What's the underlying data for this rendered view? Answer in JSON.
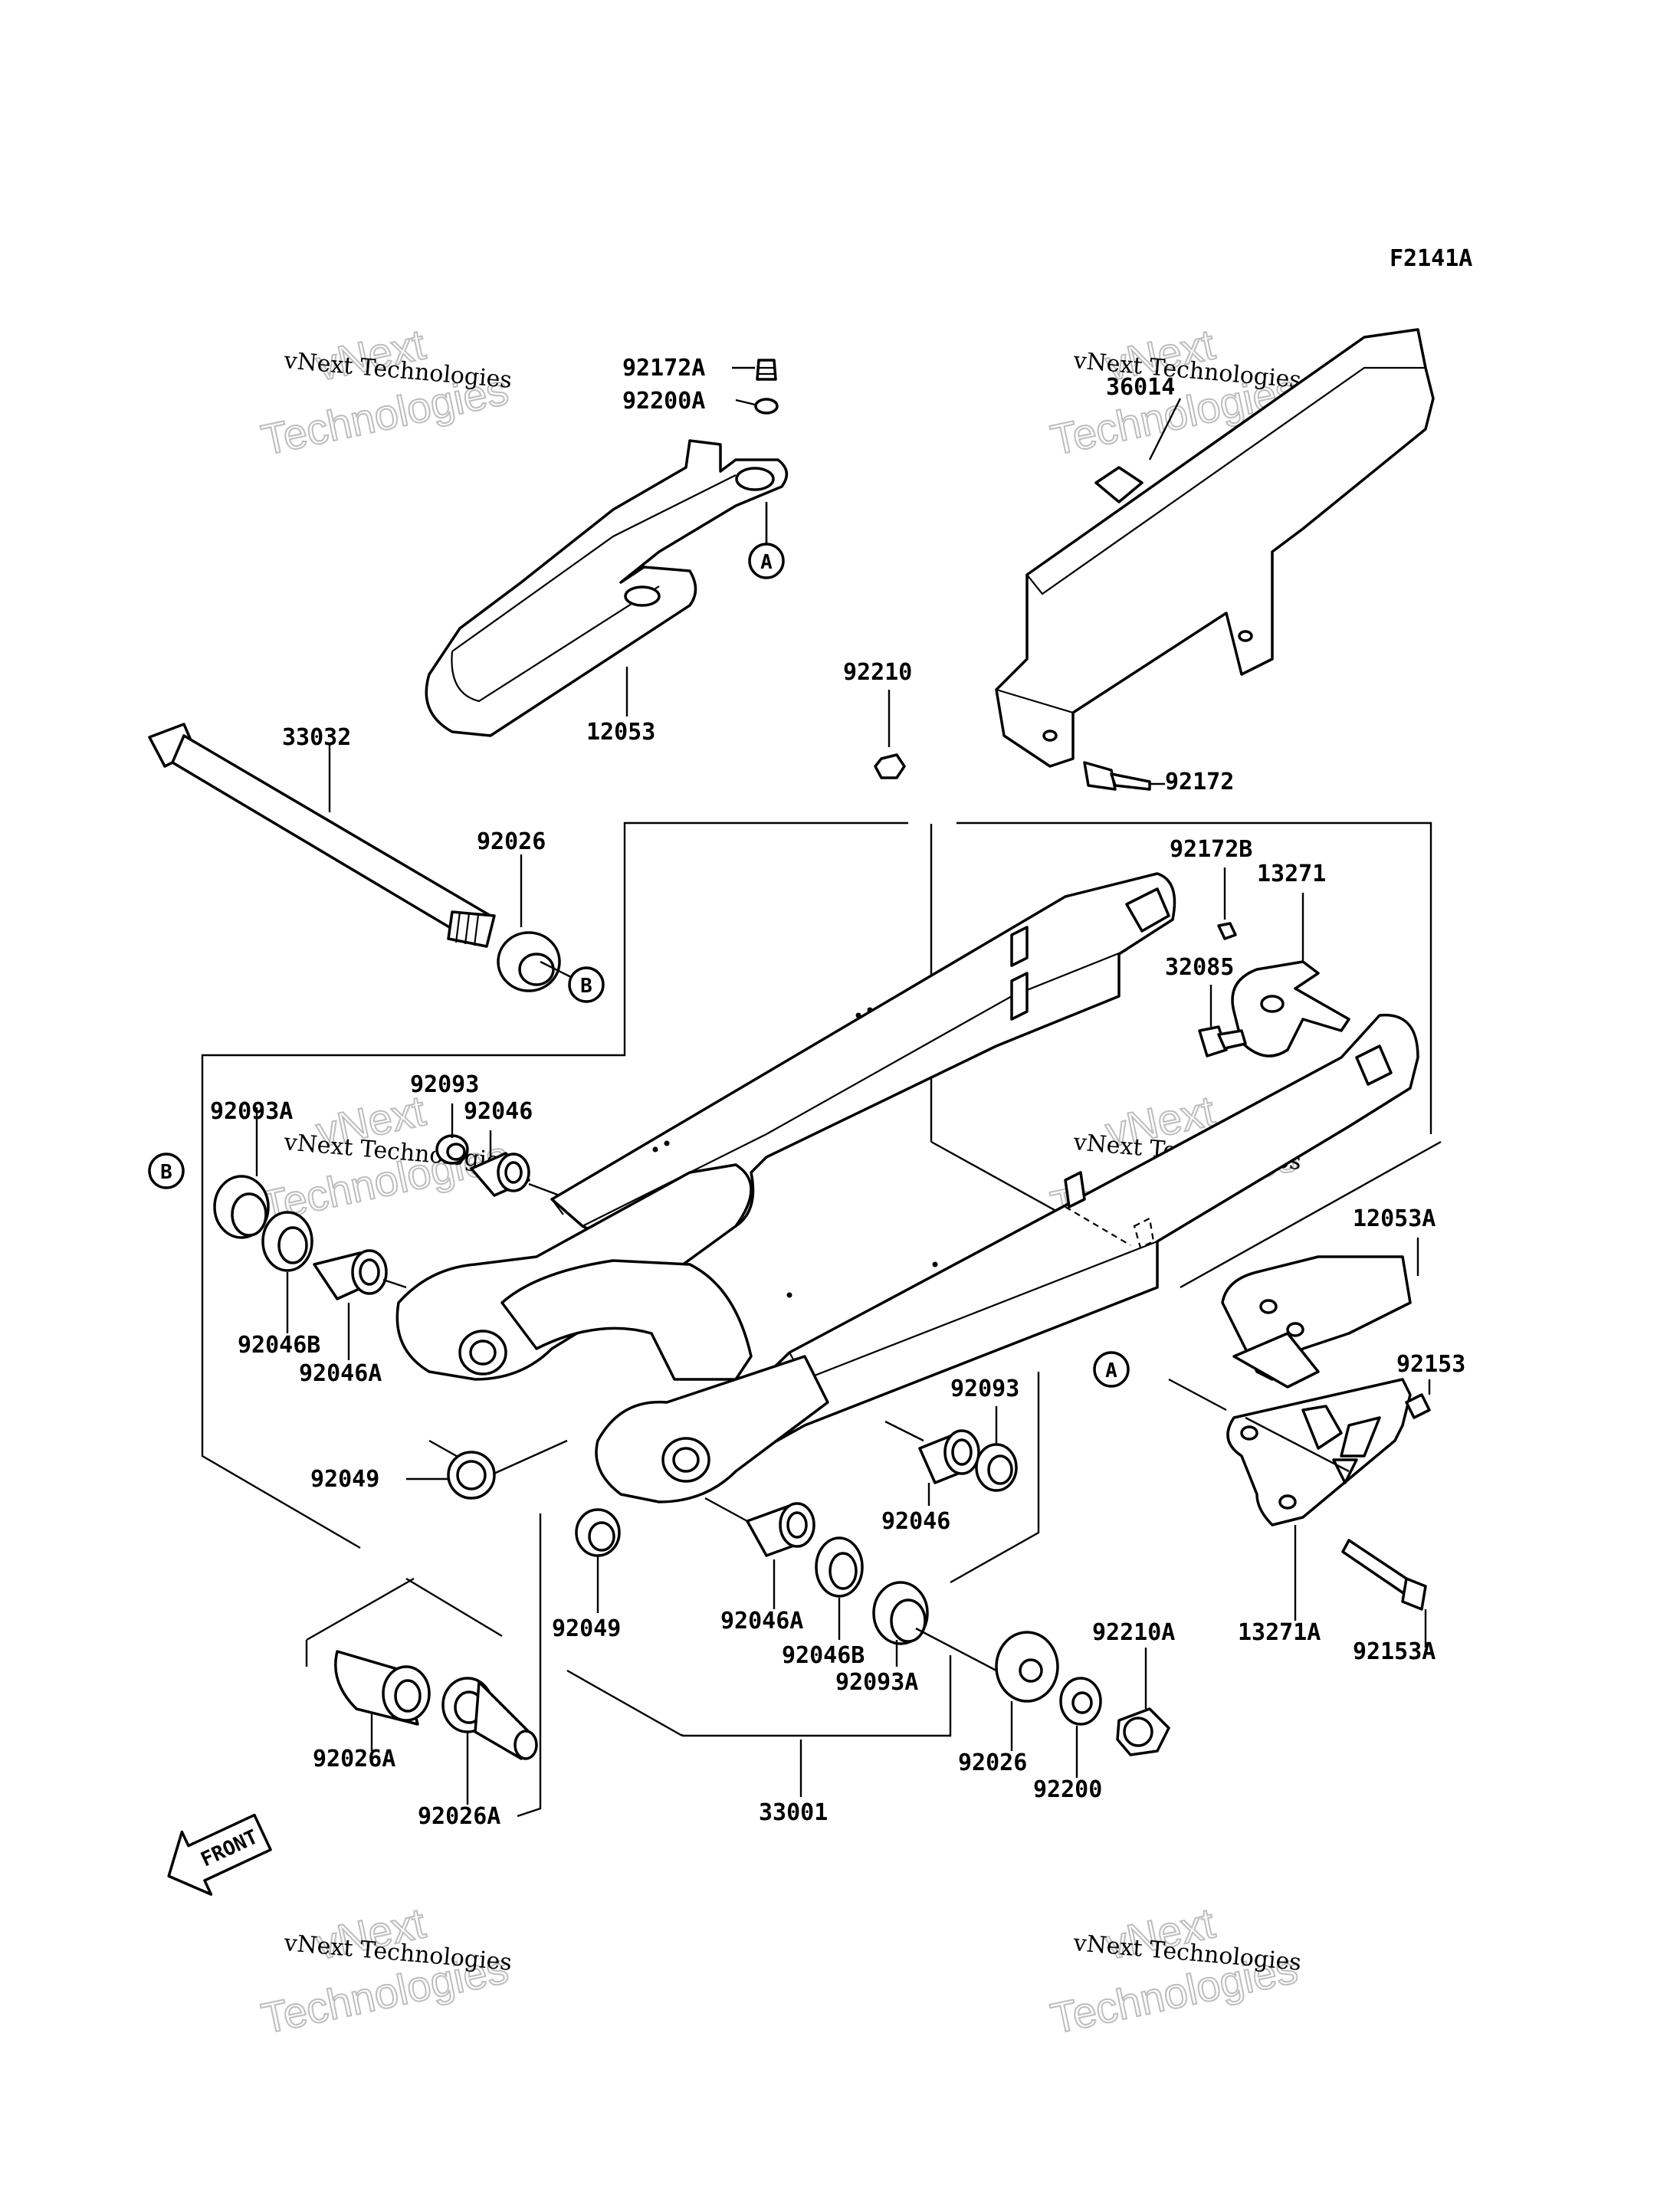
{
  "diagram_code": "F2141A",
  "watermark_line1": "vNext Technologies",
  "watermark_line2a": "vNext",
  "watermark_line2b": "Technologies",
  "front_label": "FRONT",
  "ref_markers": {
    "a": "A",
    "b": "B"
  },
  "part_labels": {
    "p92172A": "92172A",
    "p92200A": "92200A",
    "p12053": "12053",
    "p36014": "36014",
    "p92210": "92210",
    "p92172": "92172",
    "p33032": "33032",
    "p92026_top": "92026",
    "p92172B": "92172B",
    "p13271": "13271",
    "p32085": "32085",
    "p92093_top": "92093",
    "p92046_top": "92046",
    "p92093A_left": "92093A",
    "p12053A": "12053A",
    "p92046B_left": "92046B",
    "p92046A_left": "92046A",
    "p92153": "92153",
    "p92093_mid": "92093",
    "p92049_left": "92049",
    "p92046_mid": "92046",
    "p92049_mid": "92049",
    "p92046A_mid": "92046A",
    "p92046B_mid": "92046B",
    "p92093A_mid": "92093A",
    "p13271A": "13271A",
    "p92153A": "92153A",
    "p92210A": "92210A",
    "p92026A_left": "92026A",
    "p92026_bot": "92026",
    "p92200": "92200",
    "p92026A_right": "92026A",
    "p33001": "33001"
  }
}
